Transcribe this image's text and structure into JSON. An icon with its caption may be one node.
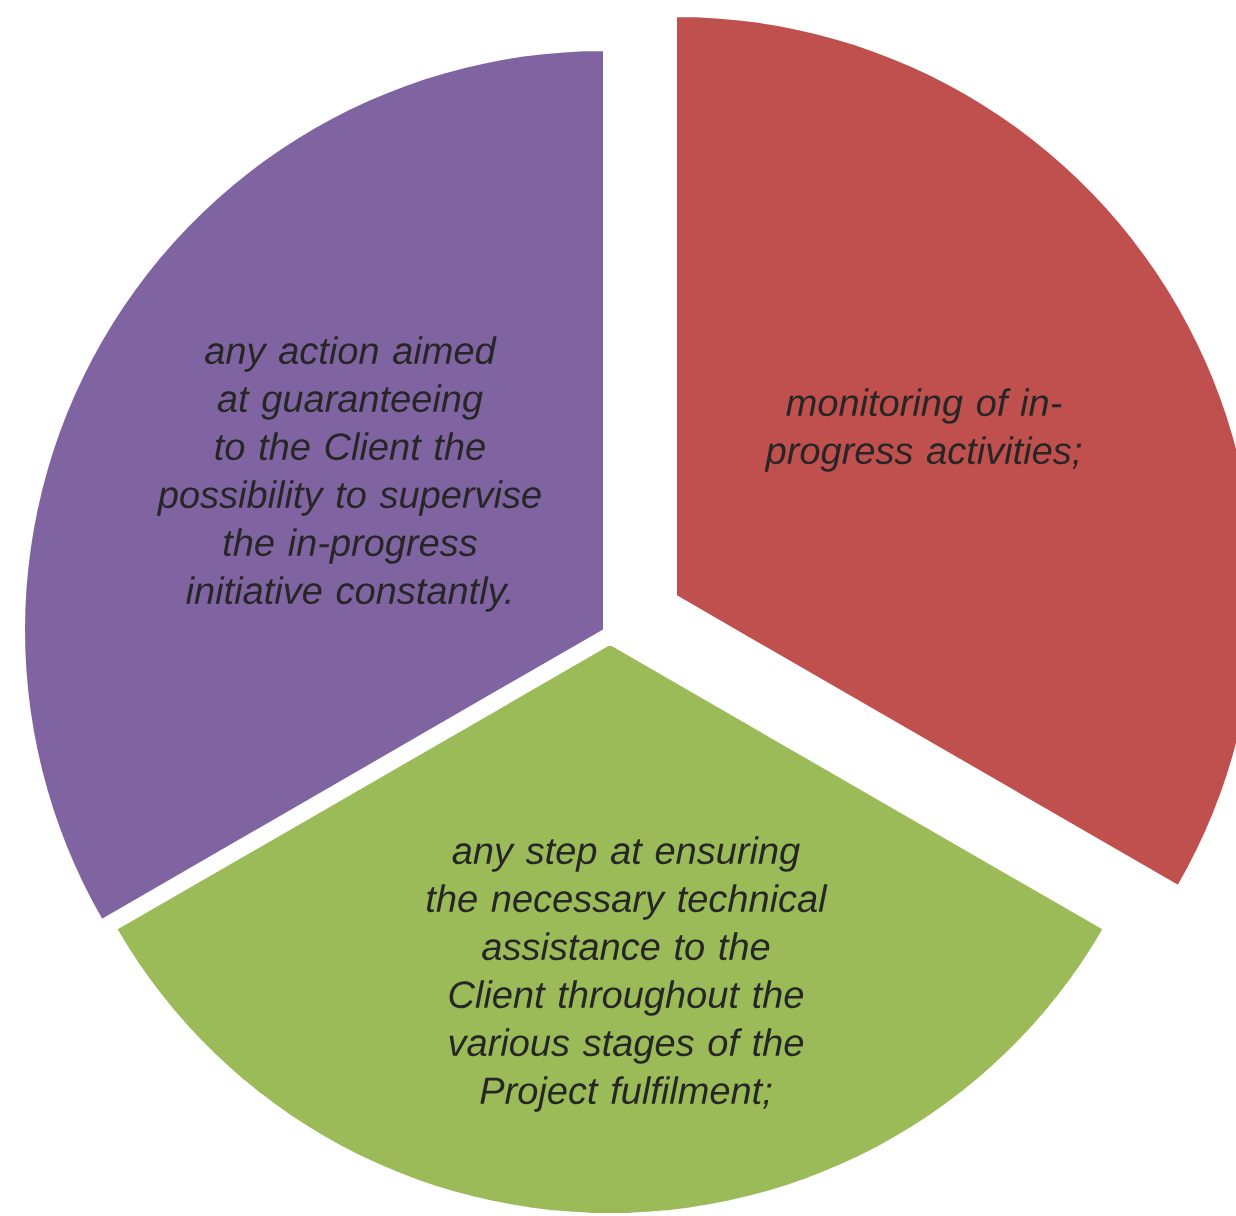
{
  "diagram": {
    "nodes": [
      {
        "text": [
          "monitoring of in-progress activities;"
        ]
      },
      {
        "text": [
          "any step at ensuring the necessary technical assistance to the Client throughout the various stages of the Project fulfilment;"
        ]
      },
      {
        "text": [
          "any action aimed at guaranteeing to the Client the possibility to supervise the in-progress initiative constantly."
        ]
      }
    ]
  }
}
